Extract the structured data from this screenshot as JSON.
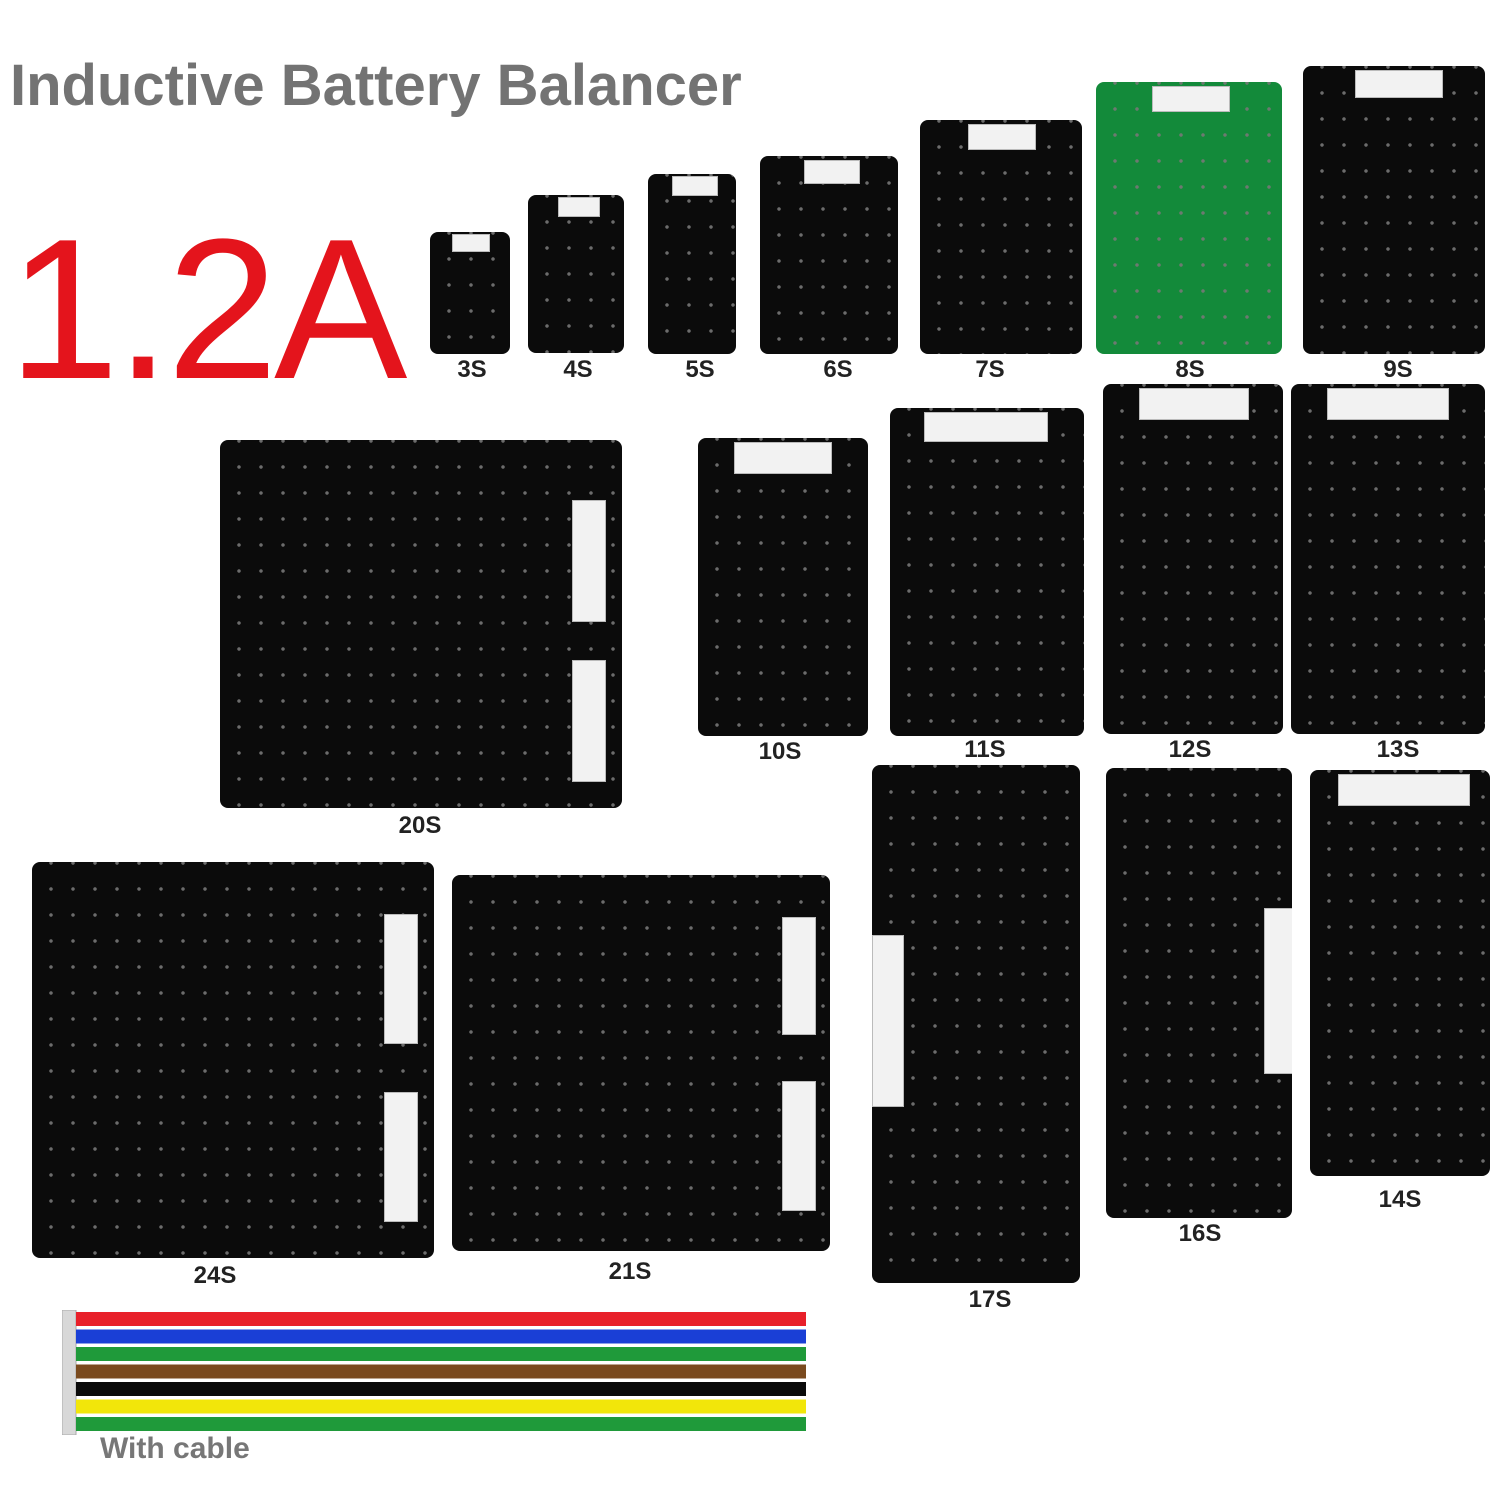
{
  "title": "Inductive Battery Balancer",
  "current_rating": "1.2A",
  "boards": [
    {
      "label": "3S"
    },
    {
      "label": "4S"
    },
    {
      "label": "5S"
    },
    {
      "label": "6S"
    },
    {
      "label": "7S"
    },
    {
      "label": "8S"
    },
    {
      "label": "9S"
    },
    {
      "label": "20S"
    },
    {
      "label": "10S"
    },
    {
      "label": "11S"
    },
    {
      "label": "12S"
    },
    {
      "label": "13S"
    },
    {
      "label": "24S"
    },
    {
      "label": "21S"
    },
    {
      "label": "17S"
    },
    {
      "label": "16S"
    },
    {
      "label": "14S"
    }
  ],
  "cable": {
    "label": "With cable",
    "wire_colors": [
      "#e8202a",
      "#1a3fd6",
      "#1f9a3a",
      "#7a4a1e",
      "#0a0a0a",
      "#f2e60a",
      "#1f9a3a"
    ]
  }
}
